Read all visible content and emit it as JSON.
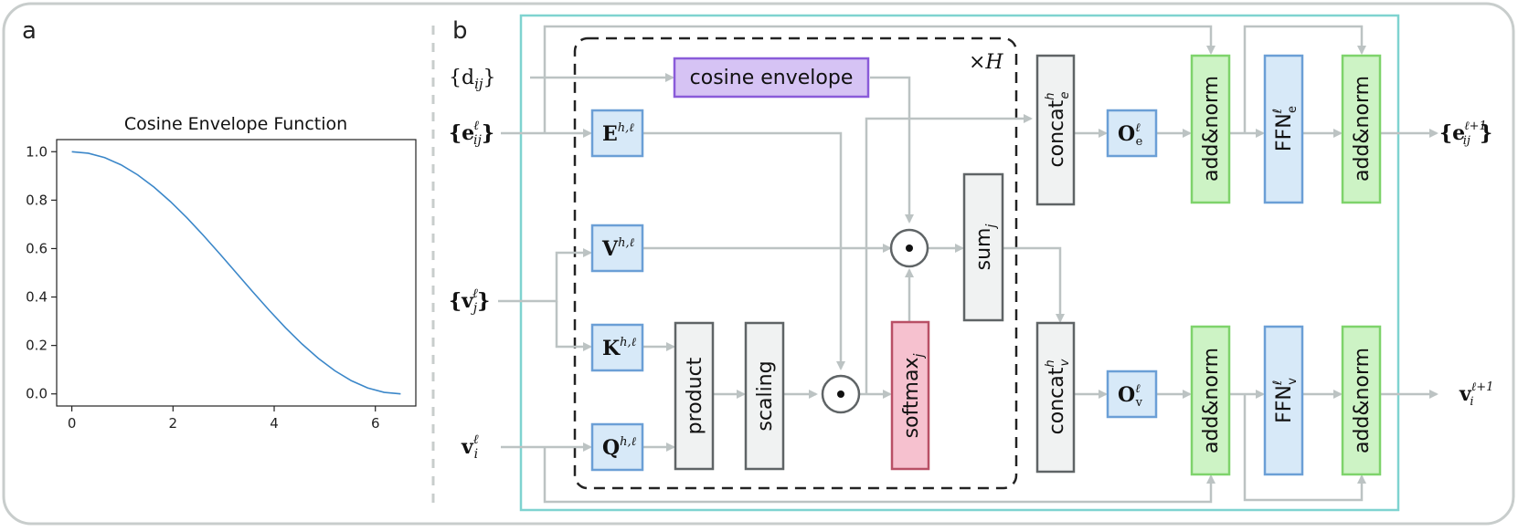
{
  "panel_a": {
    "letter": "a"
  },
  "panel_b": {
    "letter": "b"
  },
  "chart_data": {
    "type": "line",
    "title": "Cosine Envelope Function",
    "xlabel": "",
    "ylabel": "",
    "xlim": [
      -0.3,
      6.8
    ],
    "ylim": [
      -0.05,
      1.05
    ],
    "xticks": [
      0,
      2,
      4,
      6
    ],
    "yticks": [
      0.0,
      0.2,
      0.4,
      0.6,
      0.8,
      1.0
    ],
    "xtick_labels": [
      "0",
      "2",
      "4",
      "6"
    ],
    "ytick_labels": [
      "0.0",
      "0.2",
      "0.4",
      "0.6",
      "0.8",
      "1.0"
    ],
    "x": [
      0,
      0.325,
      0.65,
      0.975,
      1.3,
      1.625,
      1.95,
      2.275,
      2.6,
      2.925,
      3.25,
      3.575,
      3.9,
      4.225,
      4.55,
      4.875,
      5.2,
      5.525,
      5.85,
      6.175,
      6.5
    ],
    "y": [
      1.0,
      0.9938,
      0.9755,
      0.9455,
      0.9045,
      0.8536,
      0.7939,
      0.727,
      0.6545,
      0.5782,
      0.5,
      0.4218,
      0.3455,
      0.273,
      0.2061,
      0.1464,
      0.0955,
      0.0545,
      0.0245,
      0.0062,
      0.0
    ],
    "color": "#3b87c9",
    "grid": false
  },
  "diagram": {
    "inputs": {
      "dij": "{d",
      "dij_sub": "ij",
      "dij_close": "}",
      "eij": "{e",
      "eij_sup": "ℓ",
      "eij_sub": "ij",
      "eij_close": "}",
      "vj": "{v",
      "vj_sup": "ℓ",
      "vj_sub": "j",
      "vj_close": "}",
      "vi": "v",
      "vi_sup": "ℓ",
      "vi_sub": "i"
    },
    "head_repeat": "×H",
    "cosine_envelope": "cosine envelope",
    "E": {
      "base": "E",
      "sup": "h,ℓ"
    },
    "V": {
      "base": "V",
      "sup": "h,ℓ"
    },
    "K": {
      "base": "K",
      "sup": "h,ℓ"
    },
    "Q": {
      "base": "Q",
      "sup": "h,ℓ"
    },
    "product": "product",
    "scaling": "scaling",
    "softmax": {
      "base": "softmax",
      "sub": "j"
    },
    "sum": {
      "base": "sum",
      "sub": "j"
    },
    "concat_e": {
      "base": "concat",
      "sup": "h",
      "sub": "e"
    },
    "concat_v": {
      "base": "concat",
      "sup": "h",
      "sub": "v"
    },
    "O_e": {
      "base": "O",
      "sup": "ℓ",
      "sub": "e"
    },
    "O_v": {
      "base": "O",
      "sup": "ℓ",
      "sub": "v"
    },
    "add_norm": "add&norm",
    "FFN_e": {
      "base": "FFN",
      "sup": "ℓ",
      "sub": "e"
    },
    "FFN_v": {
      "base": "FFN",
      "sup": "ℓ",
      "sub": "v"
    },
    "outputs": {
      "e": "{e",
      "e_sup": "ℓ+1",
      "e_sub": "ij",
      "e_close": "}",
      "v": "v",
      "v_sup": "ℓ+1",
      "v_sub": "i"
    }
  },
  "colors": {
    "frame": "#c8cdcc",
    "teal": "#7fd3d0",
    "arrow": "#bcc3c3",
    "blue_fill": "#d7e9f8",
    "blue_stroke": "#6b9fd6",
    "gray_fill": "#f0f2f2",
    "gray_stroke": "#5f6466",
    "green_fill": "#cdf3c5",
    "green_stroke": "#7ed36b",
    "pink_fill": "#f6c1cf",
    "pink_stroke": "#b95066",
    "purple_fill": "#d6c3f4",
    "purple_stroke": "#8a5bd9",
    "curve": "#3b87c9"
  }
}
